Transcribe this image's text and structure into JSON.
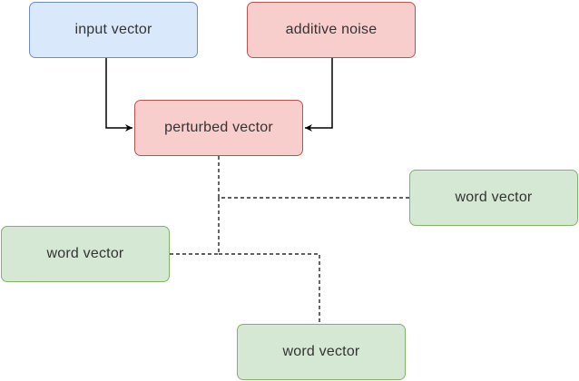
{
  "colors": {
    "blue_fill": "#dae8fc",
    "blue_stroke": "#6c8ebf",
    "red_fill": "#f8cecc",
    "red_stroke": "#b85450",
    "green_fill": "#d5e8d4",
    "green_stroke": "#82b366",
    "edge": "#000000"
  },
  "nodes": {
    "input_vector": {
      "label": "input vector",
      "style": "blue"
    },
    "additive_noise": {
      "label": "additive noise",
      "style": "red"
    },
    "perturbed_vector": {
      "label": "perturbed vector",
      "style": "red"
    },
    "word_vector_right": {
      "label": "word vector",
      "style": "green"
    },
    "word_vector_left": {
      "label": "word vector",
      "style": "green"
    },
    "word_vector_bottom": {
      "label": "word vector",
      "style": "green"
    }
  },
  "edges": [
    {
      "from": "input_vector",
      "to": "perturbed_vector",
      "style": "solid",
      "arrow": true
    },
    {
      "from": "additive_noise",
      "to": "perturbed_vector",
      "style": "solid",
      "arrow": true
    },
    {
      "from": "perturbed_vector",
      "to": "word_vector_right",
      "style": "dashed",
      "arrow": false
    },
    {
      "from": "perturbed_vector",
      "to": "word_vector_left",
      "style": "dashed",
      "arrow": false
    },
    {
      "from": "perturbed_vector",
      "to": "word_vector_bottom",
      "style": "dashed",
      "arrow": false
    }
  ]
}
